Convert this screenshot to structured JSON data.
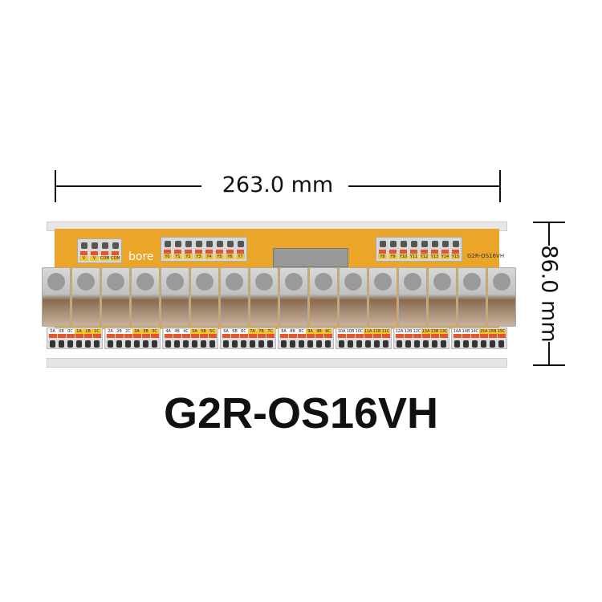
{
  "width_label": "263.0 mm",
  "height_label": "86.0 mm",
  "product_title": "G2R-OS16VH",
  "board": {
    "brand": "bore",
    "model": "G2R-OS16VH",
    "power_labels": [
      "V",
      "V",
      "COM",
      "COM"
    ],
    "inputs_left": [
      "Y0",
      "Y1",
      "Y2",
      "Y3",
      "Y4",
      "Y5",
      "Y6",
      "Y7"
    ],
    "inputs_right": [
      "Y8",
      "Y9",
      "Y10",
      "Y11",
      "Y12",
      "Y13",
      "Y14",
      "Y15"
    ],
    "relay_count": 16,
    "terminal_labels": [
      "0A",
      "0B",
      "0C",
      "1A",
      "1B",
      "1C",
      "2A",
      "2B",
      "2C",
      "3A",
      "3B",
      "3C",
      "4A",
      "4B",
      "4C",
      "5A",
      "5B",
      "5C",
      "6A",
      "6B",
      "6C",
      "7A",
      "7B",
      "7C",
      "8A",
      "8B",
      "8C",
      "9A",
      "9B",
      "9C",
      "10A",
      "10B",
      "10C",
      "11A",
      "11B",
      "11C",
      "12A",
      "12B",
      "12C",
      "13A",
      "13B",
      "13C",
      "14A",
      "14B",
      "14C",
      "15A",
      "15B",
      "15C"
    ]
  }
}
